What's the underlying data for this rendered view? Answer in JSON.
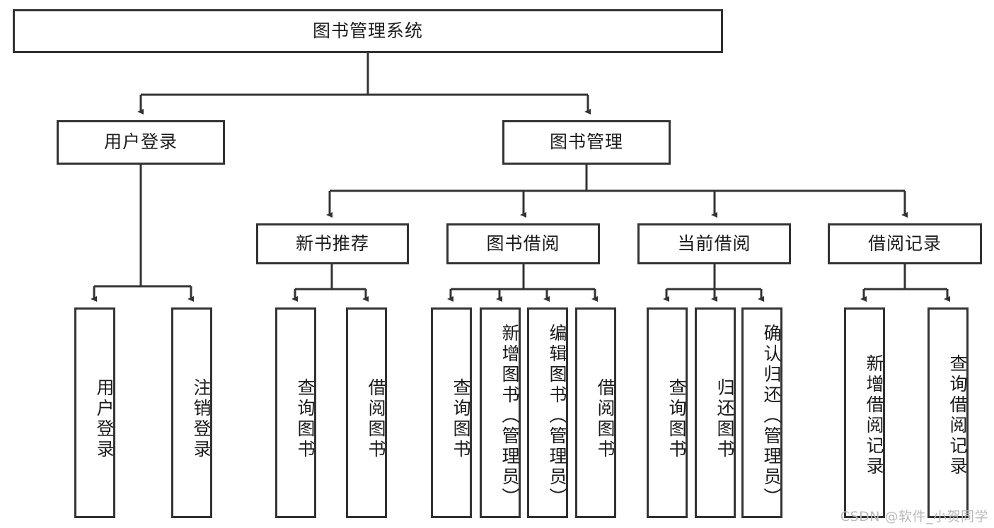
{
  "diagram": {
    "type": "hierarchy-tree",
    "title": "图书管理系统",
    "root": {
      "id": "root",
      "label": "图书管理系统"
    },
    "level2": [
      {
        "id": "user-login",
        "label": "用户登录"
      },
      {
        "id": "book-manage",
        "label": "图书管理"
      }
    ],
    "level3": [
      {
        "id": "new-book-rec",
        "label": "新书推荐",
        "parent": "book-manage"
      },
      {
        "id": "book-borrow",
        "label": "图书借阅",
        "parent": "book-manage"
      },
      {
        "id": "current-borrow",
        "label": "当前借阅",
        "parent": "book-manage"
      },
      {
        "id": "borrow-record",
        "label": "借阅记录",
        "parent": "book-manage"
      }
    ],
    "leaves": {
      "user-login": [
        {
          "id": "leaf-user-login",
          "label": "用户登录"
        },
        {
          "id": "leaf-logout",
          "label": "注销登录"
        }
      ],
      "new-book-rec": [
        {
          "id": "leaf-query-book-1",
          "label": "查询图书"
        },
        {
          "id": "leaf-borrow-book-1",
          "label": "借阅图书"
        }
      ],
      "book-borrow": [
        {
          "id": "leaf-query-book-2",
          "label": "查询图书"
        },
        {
          "id": "leaf-add-book",
          "label": "新增图书（管理员）"
        },
        {
          "id": "leaf-edit-book",
          "label": "编辑图书（管理员）"
        },
        {
          "id": "leaf-borrow-book-2",
          "label": "借阅图书"
        }
      ],
      "current-borrow": [
        {
          "id": "leaf-query-book-3",
          "label": "查询图书"
        },
        {
          "id": "leaf-return-book",
          "label": "归还图书"
        },
        {
          "id": "leaf-confirm-return",
          "label": "确认归还（管理员）"
        }
      ],
      "borrow-record": [
        {
          "id": "leaf-add-record",
          "label": "新增借阅记录"
        },
        {
          "id": "leaf-query-record",
          "label": "查询借阅记录"
        }
      ]
    }
  },
  "watermark": {
    "text": "CSDN @软件_小贺同学"
  },
  "colors": {
    "stroke": "#333333",
    "fill": "#ffffff",
    "text": "#1a1a1a",
    "watermark": "#b9b9b9"
  }
}
